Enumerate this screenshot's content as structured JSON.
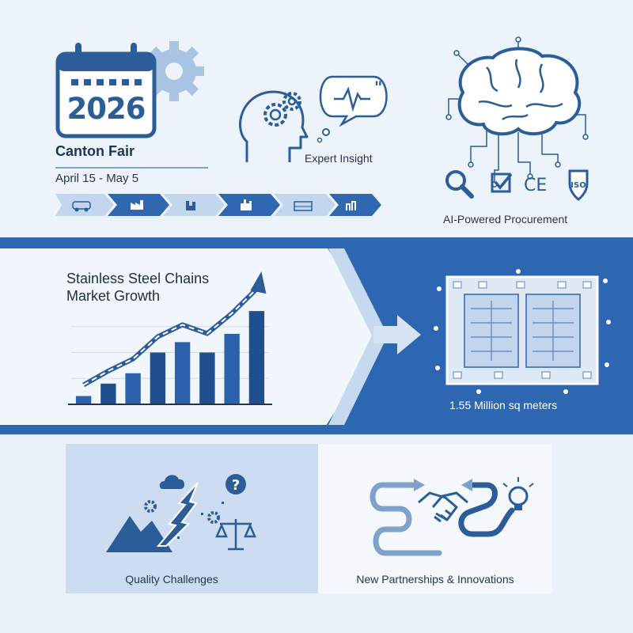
{
  "event": {
    "year": "2026",
    "name": "Canton Fair",
    "dates": "April 15 - May 5"
  },
  "insight": {
    "label": "Expert Insight"
  },
  "procurement": {
    "label": "AI-Powered Procurement",
    "badges": [
      "CE",
      "ISO"
    ]
  },
  "market": {
    "title_line1": "Stainless Steel Chains",
    "title_line2": "Market Growth"
  },
  "venue": {
    "area_label": "1.55 Million sq meters"
  },
  "panels": {
    "challenges_label": "Quality Challenges",
    "partnerships_label": "New Partnerships & Innovations"
  },
  "colors": {
    "primary": "#2b5d98",
    "dark_band": "#2d66b1",
    "light_band": "#f1f6fc",
    "panel_left": "#cddcf0",
    "background": "#eaf1fa"
  },
  "chart_data": {
    "type": "bar",
    "title": "Stainless Steel Chains Market Growth",
    "categories": [
      "",
      "",
      "",
      "",
      "",
      "",
      "",
      ""
    ],
    "values": [
      8,
      20,
      30,
      50,
      60,
      50,
      68,
      90
    ],
    "ylim": [
      0,
      100
    ],
    "xlabel": "",
    "ylabel": "",
    "grid": true
  }
}
